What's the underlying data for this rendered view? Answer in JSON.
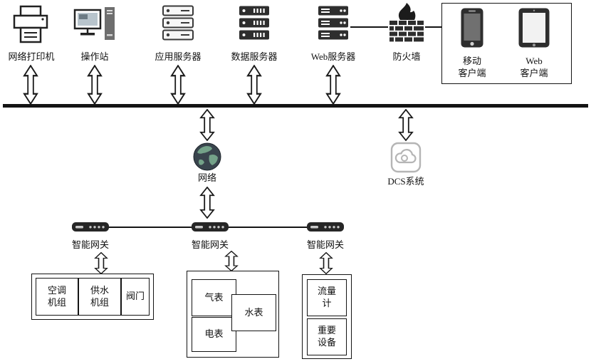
{
  "colors": {
    "line": "#141414",
    "dark_icon": "#2e2e2e",
    "light_icon_stroke": "#b5b5b5",
    "globe_sea": "#39444d",
    "globe_land": "#74a289",
    "background": "#ffffff"
  },
  "icons": {
    "printer": "printer-icon",
    "workstation": "desktop-computer-icon",
    "app_server": "server-stack-outline-icon",
    "data_server": "server-stack-dark-icon",
    "web_server": "server-stack-dark-icon",
    "firewall": "firewall-brick-flame-icon",
    "mobile_client": "smartphone-icon",
    "web_client": "tablet-icon",
    "network": "globe-icon",
    "dcs": "cloud-icon",
    "gateway": "router-icon",
    "link": "vertical-double-arrow-icon"
  },
  "nodes": {
    "printer": {
      "label": "网络打印机"
    },
    "workstation": {
      "label": "操作站"
    },
    "app_server": {
      "label": "应用服务器"
    },
    "data_server": {
      "label": "数据服务器"
    },
    "web_server": {
      "label": "Web服务器"
    },
    "firewall": {
      "label": "防火墙"
    },
    "mobile_client": {
      "label": "移动\n客户端"
    },
    "web_client": {
      "label": "Web\n客户端"
    },
    "network": {
      "label": "网络"
    },
    "dcs": {
      "label": "DCS系统"
    },
    "gateway1": {
      "label": "智能网关"
    },
    "gateway2": {
      "label": "智能网关"
    },
    "gateway3": {
      "label": "智能网关"
    },
    "ac_unit": {
      "label": "空调\n机组"
    },
    "water_supply_unit": {
      "label": "供水\n机组"
    },
    "valve": {
      "label": "阀门"
    },
    "gas_meter": {
      "label": "气表"
    },
    "water_meter": {
      "label": "水表"
    },
    "electric_meter": {
      "label": "电表"
    },
    "flow_meter": {
      "label": "流量\n计"
    },
    "critical_equipment": {
      "label": "重要\n设备"
    }
  }
}
